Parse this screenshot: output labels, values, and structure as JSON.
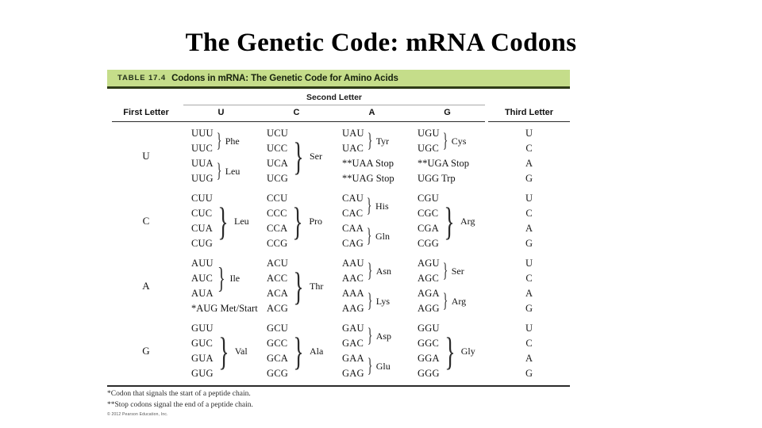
{
  "slide": {
    "title": "The Genetic Code: mRNA Codons"
  },
  "table": {
    "banner_tag": "TABLE 17.4",
    "banner_title": "Codons in mRNA: The Genetic Code for Amino Acids",
    "banner_bg_color": "#c5dd8a",
    "banner_rule_color": "#2f3b17",
    "headers": {
      "first_letter": "First Letter",
      "second_letter": "Second Letter",
      "third_letter": "Third Letter",
      "second_letter_columns": [
        "U",
        "C",
        "A",
        "G"
      ]
    },
    "third_letter_values": [
      "U",
      "C",
      "A",
      "G"
    ],
    "rows": [
      {
        "first_letter": "U",
        "columns": [
          {
            "second_letter": "U",
            "groups": [
              {
                "codons": [
                  "UUU",
                  "UUC"
                ],
                "amino": "Phe"
              },
              {
                "codons": [
                  "UUA",
                  "UUG"
                ],
                "amino": "Leu"
              }
            ]
          },
          {
            "second_letter": "C",
            "groups": [
              {
                "codons": [
                  "UCU",
                  "UCC",
                  "UCA",
                  "UCG"
                ],
                "amino": "Ser"
              }
            ]
          },
          {
            "second_letter": "A",
            "groups": [
              {
                "codons": [
                  "UAU",
                  "UAC"
                ],
                "amino": "Tyr"
              },
              {
                "single": "**UAA Stop"
              },
              {
                "single": "**UAG Stop"
              }
            ]
          },
          {
            "second_letter": "G",
            "groups": [
              {
                "codons": [
                  "UGU",
                  "UGC"
                ],
                "amino": "Cys"
              },
              {
                "single": "**UGA Stop"
              },
              {
                "single": "UGG Trp"
              }
            ]
          }
        ]
      },
      {
        "first_letter": "C",
        "columns": [
          {
            "second_letter": "U",
            "groups": [
              {
                "codons": [
                  "CUU",
                  "CUC",
                  "CUA",
                  "CUG"
                ],
                "amino": "Leu"
              }
            ]
          },
          {
            "second_letter": "C",
            "groups": [
              {
                "codons": [
                  "CCU",
                  "CCC",
                  "CCA",
                  "CCG"
                ],
                "amino": "Pro"
              }
            ]
          },
          {
            "second_letter": "A",
            "groups": [
              {
                "codons": [
                  "CAU",
                  "CAC"
                ],
                "amino": "His"
              },
              {
                "codons": [
                  "CAA",
                  "CAG"
                ],
                "amino": "Gln"
              }
            ]
          },
          {
            "second_letter": "G",
            "groups": [
              {
                "codons": [
                  "CGU",
                  "CGC",
                  "CGA",
                  "CGG"
                ],
                "amino": "Arg"
              }
            ]
          }
        ]
      },
      {
        "first_letter": "A",
        "columns": [
          {
            "second_letter": "U",
            "groups": [
              {
                "codons": [
                  "AUU",
                  "AUC",
                  "AUA"
                ],
                "amino": "Ile"
              },
              {
                "single": "*AUG Met/Start"
              }
            ]
          },
          {
            "second_letter": "C",
            "groups": [
              {
                "codons": [
                  "ACU",
                  "ACC",
                  "ACA",
                  "ACG"
                ],
                "amino": "Thr"
              }
            ]
          },
          {
            "second_letter": "A",
            "groups": [
              {
                "codons": [
                  "AAU",
                  "AAC"
                ],
                "amino": "Asn"
              },
              {
                "codons": [
                  "AAA",
                  "AAG"
                ],
                "amino": "Lys"
              }
            ]
          },
          {
            "second_letter": "G",
            "groups": [
              {
                "codons": [
                  "AGU",
                  "AGC"
                ],
                "amino": "Ser"
              },
              {
                "codons": [
                  "AGA",
                  "AGG"
                ],
                "amino": "Arg"
              }
            ]
          }
        ]
      },
      {
        "first_letter": "G",
        "columns": [
          {
            "second_letter": "U",
            "groups": [
              {
                "codons": [
                  "GUU",
                  "GUC",
                  "GUA",
                  "GUG"
                ],
                "amino": "Val"
              }
            ]
          },
          {
            "second_letter": "C",
            "groups": [
              {
                "codons": [
                  "GCU",
                  "GCC",
                  "GCA",
                  "GCG"
                ],
                "amino": "Ala"
              }
            ]
          },
          {
            "second_letter": "A",
            "groups": [
              {
                "codons": [
                  "GAU",
                  "GAC"
                ],
                "amino": "Asp"
              },
              {
                "codons": [
                  "GAA",
                  "GAG"
                ],
                "amino": "Glu"
              }
            ]
          },
          {
            "second_letter": "G",
            "groups": [
              {
                "codons": [
                  "GGU",
                  "GGC",
                  "GGA",
                  "GGG"
                ],
                "amino": "Gly"
              }
            ]
          }
        ]
      }
    ]
  },
  "footnotes": {
    "start": "*Codon that signals the start of a peptide chain.",
    "stop": "**Stop codons signal the end of a peptide chain.",
    "copyright": "© 2012 Pearson Education, Inc."
  }
}
